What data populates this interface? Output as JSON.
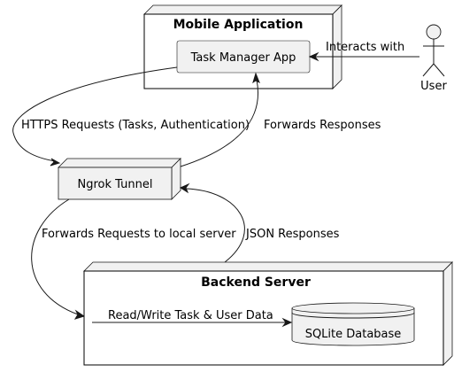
{
  "nodes": {
    "mobile_application": {
      "title": "Mobile Application"
    },
    "backend_server": {
      "title": "Backend Server"
    },
    "ngrok_tunnel": {
      "label": "Ngrok Tunnel"
    }
  },
  "components": {
    "task_manager_app": {
      "label": "Task Manager App"
    },
    "sqlite_database": {
      "label": "SQLite Database"
    }
  },
  "actor": {
    "label": "User"
  },
  "edges": {
    "user_to_app": {
      "label": "Interacts with"
    },
    "app_to_tunnel": {
      "label": "HTTPS Requests (Tasks, Authentication)"
    },
    "tunnel_to_app": {
      "label": "Forwards Responses"
    },
    "tunnel_to_backend": {
      "label": "Forwards Requests to local server"
    },
    "backend_to_tunnel": {
      "label": "JSON Responses"
    },
    "backend_to_db": {
      "label": "Read/Write Task & User Data"
    }
  }
}
